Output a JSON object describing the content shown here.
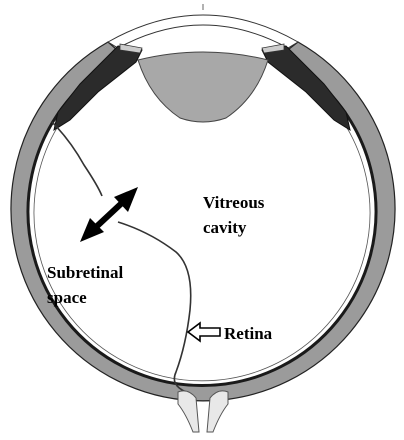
{
  "labels": {
    "vitreous_line1": "Vitreous",
    "vitreous_line2": "cavity",
    "subretinal_line1": "Subretinal",
    "subretinal_line2": "space",
    "retina": "Retina"
  },
  "colors": {
    "sclera": "#9b9b9b",
    "choroid": "#1a1a1a",
    "lens": "#a8a8a8",
    "iris": "#2b2b2b",
    "cornea": "#ffffff",
    "retina_line": "#555555",
    "arrow": "#000000"
  },
  "icons": {
    "double_arrow": "double-headed-arrow-icon",
    "retina_pointer": "hollow-arrow-icon"
  }
}
